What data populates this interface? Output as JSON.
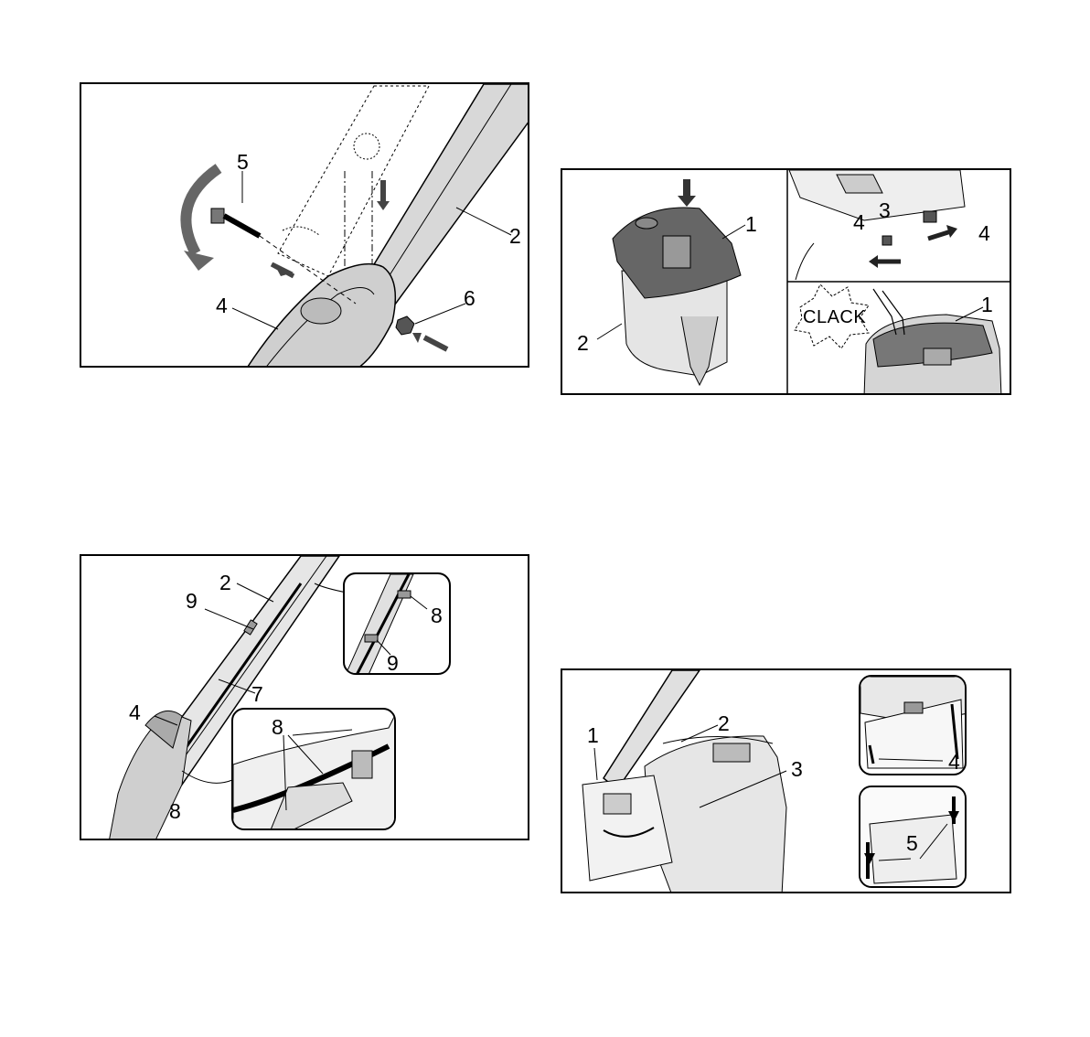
{
  "panel_a": {
    "labels": {
      "screw": "5",
      "handle": "2",
      "bracket": "4",
      "nut": "6"
    }
  },
  "panel_b": {
    "labels": {
      "cover": "1",
      "catcher": "2",
      "pin": "3",
      "hook_left": "4",
      "hook_right": "4",
      "cover_right": "1"
    },
    "sound_text": "CLACK"
  },
  "panel_c": {
    "labels": {
      "handle": "2",
      "cable_clip_main": "9",
      "cable": "7",
      "bracket": "4",
      "cable_hook_main": "8",
      "inset_top_hook": "8",
      "inset_top_clip": "9",
      "inset_bottom_hooks": "8"
    }
  },
  "panel_d": {
    "labels": {
      "flap": "1",
      "catcher": "2",
      "handle_mount": "3",
      "hooks": "4",
      "slots": "5"
    }
  }
}
